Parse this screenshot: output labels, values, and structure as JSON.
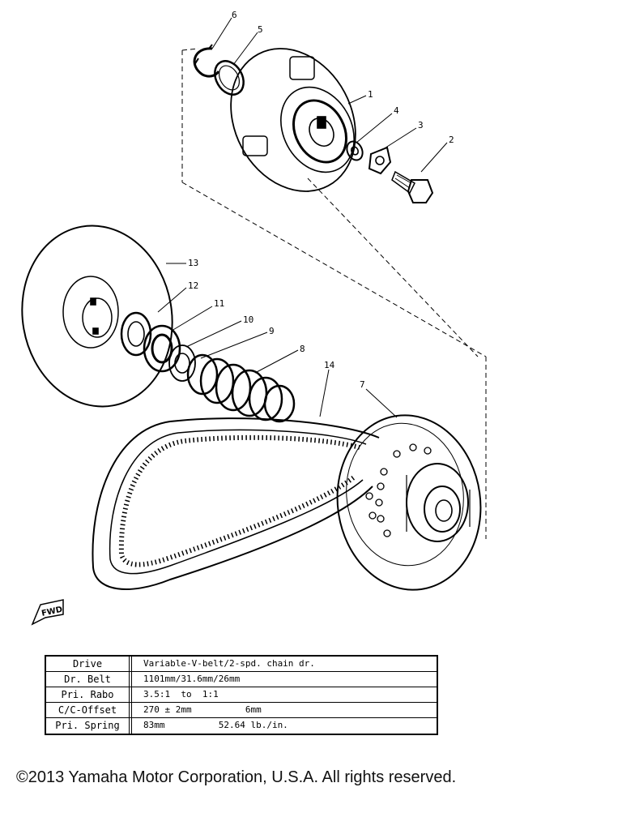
{
  "diagram": {
    "callouts": [
      "6",
      "5",
      "1",
      "4",
      "3",
      "2",
      "13",
      "12",
      "11",
      "10",
      "9",
      "8",
      "14",
      "7"
    ],
    "direction_marker": "FWD"
  },
  "spec_table": {
    "rows": [
      {
        "label": "Drive",
        "value": "Variable-V-belt/2-spd. chain dr."
      },
      {
        "label": "Dr. Belt",
        "value": "1101mm/31.6mm/26mm"
      },
      {
        "label": "Pri. Rabo",
        "value": "3.5:1  to  1:1"
      },
      {
        "label": "C/C-Offset",
        "value": "270 ± 2mm          6mm"
      },
      {
        "label": "Pri. Spring",
        "value": "83mm          52.64 lb./in."
      }
    ]
  },
  "copyright": "©2013 Yamaha Motor Corporation, U.S.A. All rights reserved."
}
